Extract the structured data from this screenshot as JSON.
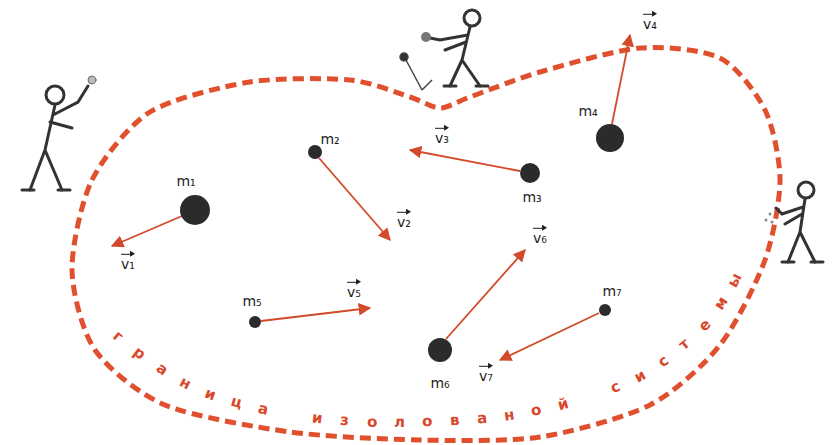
{
  "diagram": {
    "labels": [
      "m₁",
      "v₁",
      "m₂",
      "v₂",
      "m₃",
      "v₃",
      "m₄",
      "v₄",
      "m₅",
      "v₅",
      "m₆",
      "v₆",
      "m₇",
      "v₇",
      "граница изолованой системы"
    ]
  }
}
